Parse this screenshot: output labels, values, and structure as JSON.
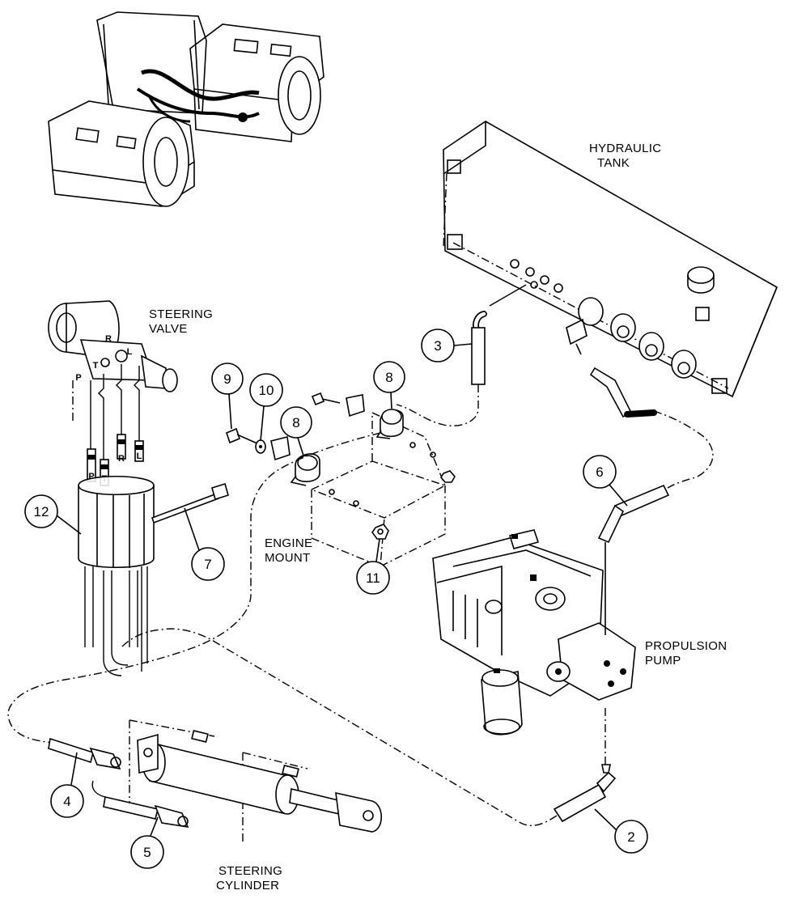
{
  "labels": {
    "hydraulic_tank": [
      "HYDRAULIC",
      "TANK"
    ],
    "steering_valve": [
      "STEERING",
      "VALVE"
    ],
    "engine_mount": [
      "ENGINE",
      "MOUNT"
    ],
    "propulsion_pump": [
      "PROPULSION",
      "PUMP"
    ],
    "steering_cylinder": [
      "STEERING",
      "CYLINDER"
    ]
  },
  "callouts": {
    "c2": "2",
    "c3": "3",
    "c4": "4",
    "c5": "5",
    "c6": "6",
    "c7": "7",
    "c8a": "8",
    "c8b": "8",
    "c9": "9",
    "c10": "10",
    "c11": "11",
    "c12": "12"
  },
  "ports": {
    "valve": {
      "P": "P",
      "T": "T",
      "R": "R",
      "L": "L"
    },
    "bundle": {
      "P": "P",
      "T": "T",
      "R": "R",
      "L": "L"
    }
  }
}
